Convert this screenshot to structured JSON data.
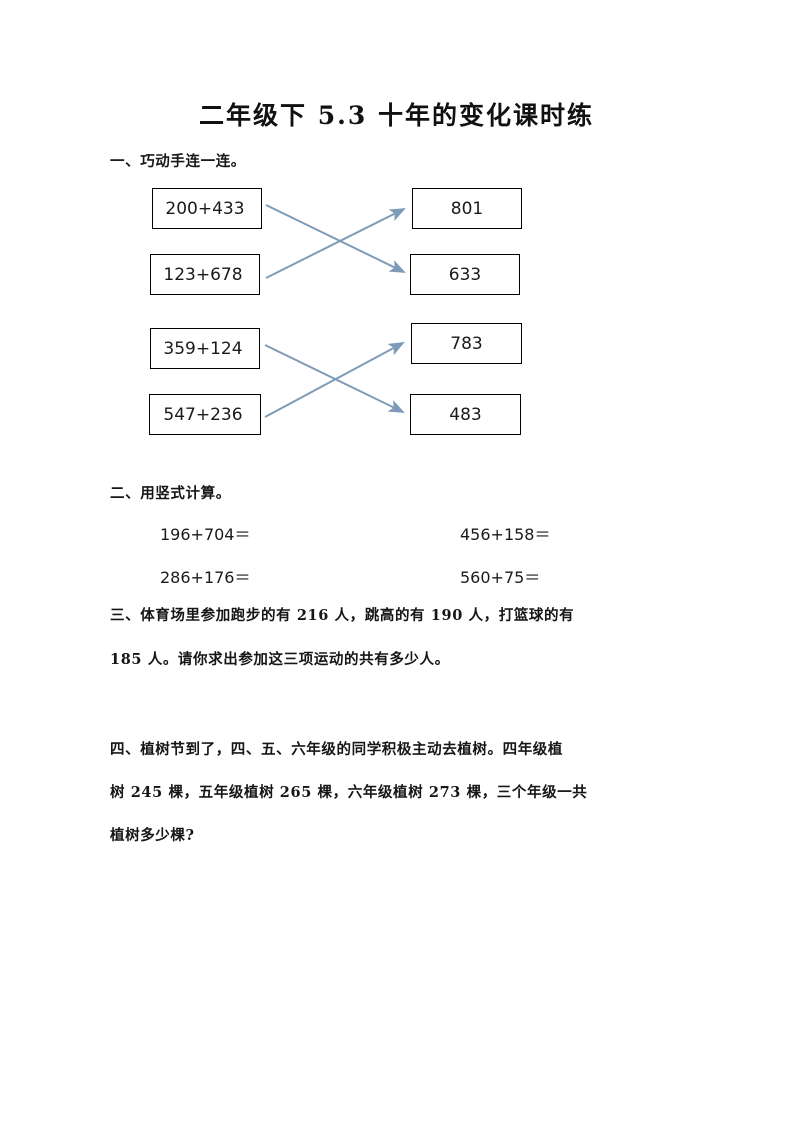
{
  "document": {
    "title": "二年级下 5.3 十年的变化课时练"
  },
  "colors": {
    "arrow": "#7d9bb8",
    "box_border": "#000000",
    "text": "#161616"
  },
  "sections": {
    "one": {
      "heading": "一、巧动手连一连。",
      "matching": {
        "group1": {
          "left": [
            {
              "label": "200+433"
            },
            {
              "label": "123+678"
            }
          ],
          "right": [
            {
              "label": "801"
            },
            {
              "label": "633"
            }
          ]
        },
        "group2": {
          "left": [
            {
              "label": "359+124"
            },
            {
              "label": "547+236"
            }
          ],
          "right": [
            {
              "label": "783"
            },
            {
              "label": "483"
            }
          ]
        }
      }
    },
    "two": {
      "heading": "二、用竖式计算。",
      "problems": [
        {
          "label": "196+704＝"
        },
        {
          "label": "456+158＝"
        },
        {
          "label": "286+176＝"
        },
        {
          "label": "560+75＝"
        }
      ]
    },
    "three": {
      "heading": "三、体育场里参加跑步的有 216 人，跳高的有 190 人，打篮球的有",
      "line2": "185 人。请你求出参加这三项运动的共有多少人。"
    },
    "four": {
      "heading": "四、植树节到了，四、五、六年级的同学积极主动去植树。四年级植",
      "line2": "树 245 棵，五年级植树 265 棵，六年级植树 273 棵，三个年级一共",
      "line3": "植树多少棵?"
    }
  }
}
